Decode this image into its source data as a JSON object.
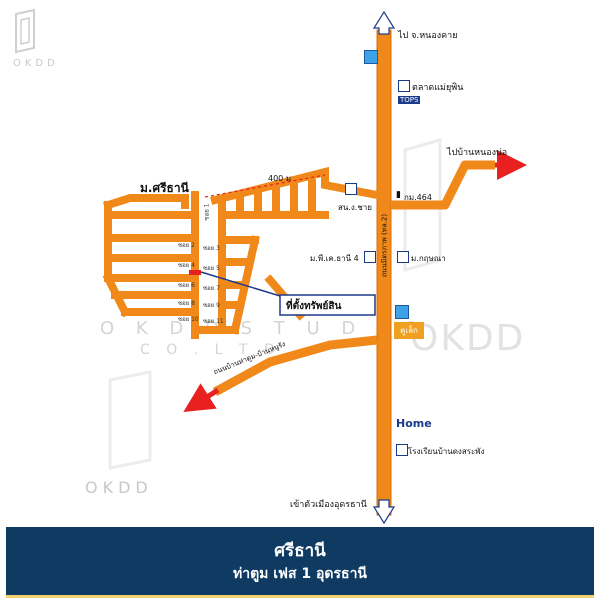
{
  "watermark": {
    "logo_text": "OKDD",
    "studio_text": "O K D D   S T U D I O",
    "co_text": "C O .   L T D ."
  },
  "labels": {
    "north_dest": "ไป จ.หนองคาย",
    "east_dest": "ไปบ้านหนองบ่อ",
    "south_dest": "เข้าตัวเมืองอุดรธานี",
    "village": "ม.ศรีธานี",
    "distance": "400 ม",
    "market": "ตลาดแม่ยุพิน",
    "tops_logo": "TOPS",
    "km": "กม.464",
    "police": "สน.ง.ชาย",
    "highway": "ถนนมิตรภาพ (ทล.2)",
    "village4": "ม.พี.เค.ธานี 4",
    "village_k": "ม.กฤษณา",
    "property": "ที่ตั้งทรัพย์สิน",
    "southwest_road": "ถนนบ้านท่าตูม-บ้านหนูรัง",
    "homepro": "Home",
    "school": "โรงเรียนบ้านดงสระพัง",
    "shop_logo": "คูเล็ก",
    "soi": [
      "ซอย 1",
      "ซอย 2",
      "ซอย 3",
      "ซอย 4",
      "ซอย 5",
      "ซอย 6",
      "ซอย 7",
      "ซอย 8",
      "ซอย 9",
      "ซอย 10",
      "ซอย 11"
    ]
  },
  "footer": {
    "title": "ศรีธานี",
    "subtitle": "ท่าตูม เฟส 1 อุดรธานี"
  },
  "colors": {
    "road": "#f0891a",
    "road_edge": "#d86e0a",
    "footer_bg": "#0f3b63",
    "arrow_red": "#e82020",
    "accent_gold": "#f3d06e"
  }
}
